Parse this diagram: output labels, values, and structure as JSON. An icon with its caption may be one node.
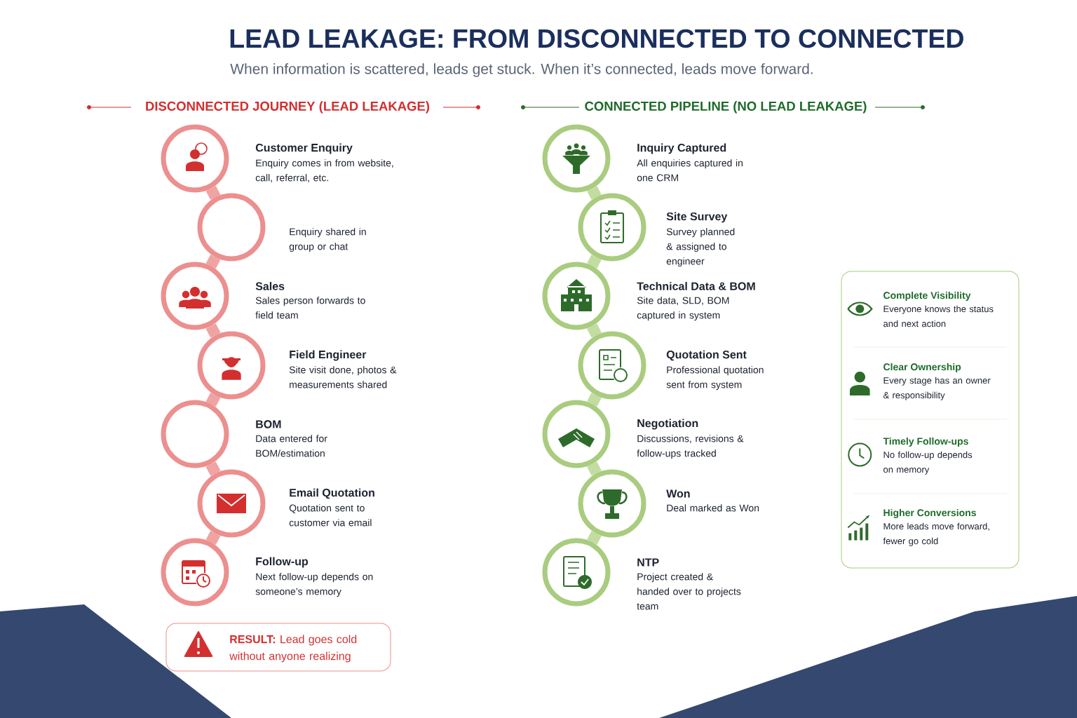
{
  "diagram": {
    "title": "LEAD LEAKAGE: FROM DISCONNECTED TO CONNECTED",
    "nodes": [
      {
        "text": [
          "Customer Enquiry",
          "Enquiry comes in from website, call, referral, etc."
        ]
      },
      {
        "text": [
          "Enquiry shared in group or chat"
        ]
      },
      {
        "text": [
          "Sales",
          "Sales person forwards to field team"
        ]
      },
      {
        "text": [
          "Field Engineer",
          "Site visit done, photos & measurements shared"
        ]
      },
      {
        "text": [
          "BOM",
          "Data entered for BOM/estimation"
        ]
      },
      {
        "text": [
          "Email Quotation",
          "Quotation sent to customer via email"
        ]
      },
      {
        "text": [
          "Follow-up",
          "Next follow-up depends on someone’s memory"
        ]
      },
      {
        "text": [
          "**RESULT:** Lead goes cold without anyone realizing"
        ]
      },
      {
        "text": [
          "Inquiry Captured",
          "All enquiries captured in one CRM"
        ]
      },
      {
        "text": [
          "Site Survey",
          "Survey planned & assigned to engineer"
        ]
      },
      {
        "text": [
          "Technical Data & BOM",
          "Site data, SLD, BOM captured in system"
        ]
      },
      {
        "text": [
          "Quotation Sent",
          "Professional quotation sent from system"
        ]
      },
      {
        "text": [
          "Negotiation",
          "Discussions, revisions & follow-ups tracked"
        ]
      },
      {
        "text": [
          "Won",
          "Deal marked as Won"
        ]
      },
      {
        "text": [
          "NTP",
          "Project created & handed over to projects team"
        ]
      },
      {
        "text": [],
        "shape": "box"
      },
      {
        "text": [
          "Complete Visibility",
          "Everyone knows the status and next action"
        ],
        "in": 15
      },
      {
        "text": [
          "Clear Ownership",
          "Every stage has an owner & responsibility"
        ],
        "in": 15
      },
      {
        "text": [
          "Timely Follow-ups",
          "No follow-up depends on memory"
        ],
        "in": 15
      },
      {
        "text": [
          "Higher Conversions",
          "More leads move forward, fewer go cold"
        ],
        "in": 15
      }
    ],
    "edges": [
      {
        "from": 0,
        "to": 1,
        "arrow": "none",
        "color": "#f0a3a3"
      },
      {
        "from": 1,
        "to": 2,
        "arrow": "none",
        "color": "#f0a3a3"
      },
      {
        "from": 2,
        "to": 3,
        "arrow": "none",
        "color": "#f0a3a3"
      },
      {
        "from": 3,
        "to": 4,
        "arrow": "none",
        "color": "#f0a3a3"
      },
      {
        "from": 4,
        "to": 5,
        "arrow": "none",
        "color": "#f0a3a3"
      },
      {
        "from": 5,
        "to": 6,
        "arrow": "none",
        "color": "#f0a3a3"
      },
      {
        "from": 8,
        "to": 9,
        "arrow": "none",
        "color": "#c3dca2"
      },
      {
        "from": 9,
        "to": 10,
        "arrow": "none",
        "color": "#c3dca2"
      },
      {
        "from": 10,
        "to": 11,
        "arrow": "none",
        "color": "#c3dca2"
      },
      {
        "from": 11,
        "to": 12,
        "arrow": "none",
        "color": "#c3dca2"
      },
      {
        "from": 12,
        "to": 13,
        "arrow": "none",
        "color": "#c3dca2"
      },
      {
        "from": 13,
        "to": 14,
        "arrow": "none",
        "color": "#c3dca2"
      }
    ],
    "labels": [
      "When information is scattered, leads get stuck. When it’s connected, leads move forward.",
      "DISCONNECTED JOURNEY (LEAD LEAKAGE)",
      "CONNECTED PIPELINE (NO LEAD LEAKAGE)"
    ]
  }
}
